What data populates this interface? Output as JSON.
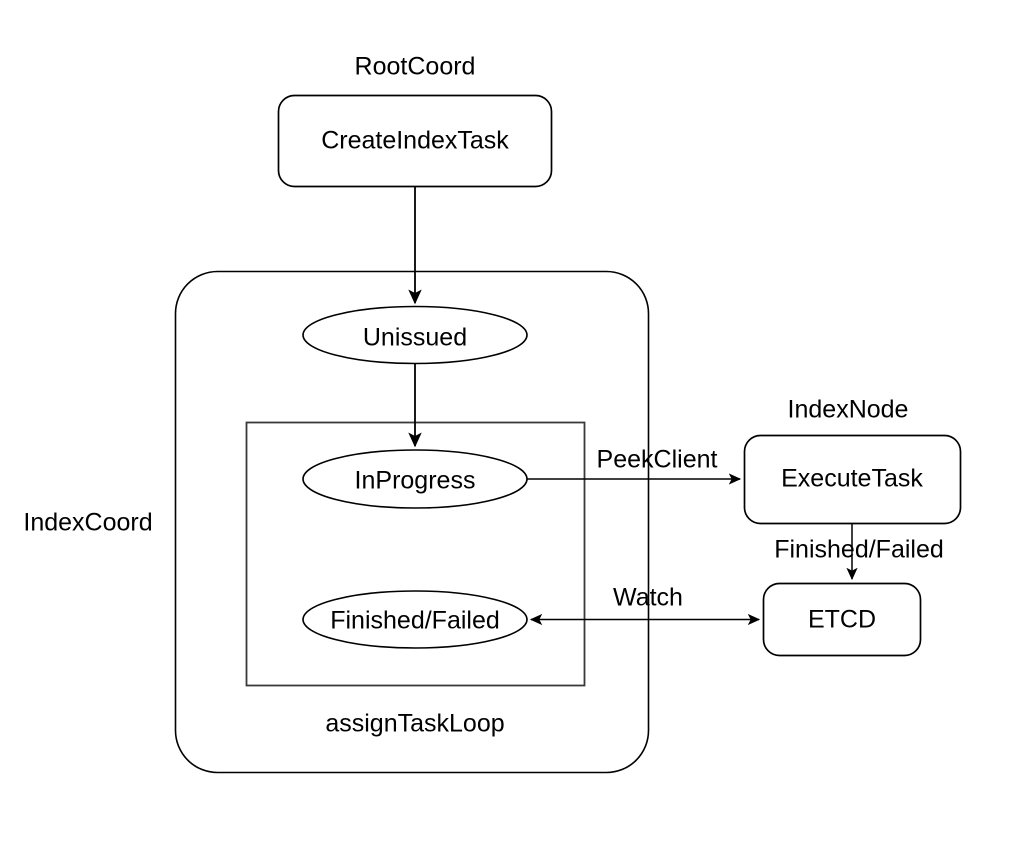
{
  "diagram": {
    "title_visible": false,
    "background_color": "#ffffff",
    "stroke_color": "#000000",
    "text_color": "#000000",
    "containers": [
      {
        "id": "rootcoord",
        "label": "RootCoord",
        "label_position": "above",
        "shape": "implicit-group"
      },
      {
        "id": "indexcoord",
        "label": "IndexCoord",
        "label_position": "left",
        "shape": "rounded-rect"
      },
      {
        "id": "assigntaskloop",
        "label": "assignTaskLoop",
        "label_position": "below",
        "shape": "rect"
      },
      {
        "id": "indexnode",
        "label": "IndexNode",
        "label_position": "above",
        "shape": "implicit-group"
      }
    ],
    "nodes": [
      {
        "id": "createindextask",
        "label": "CreateIndexTask",
        "shape": "rounded-rect"
      },
      {
        "id": "unissued",
        "label": "Unissued",
        "shape": "ellipse"
      },
      {
        "id": "inprogress",
        "label": "InProgress",
        "shape": "ellipse"
      },
      {
        "id": "finishedfailed",
        "label": "Finished/Failed",
        "shape": "ellipse"
      },
      {
        "id": "executetask",
        "label": "ExecuteTask",
        "shape": "rounded-rect"
      },
      {
        "id": "etcd",
        "label": "ETCD",
        "shape": "rounded-rect"
      }
    ],
    "edges": [
      {
        "id": "e1",
        "from": "createindextask",
        "to": "unissued",
        "label": "",
        "arrow": "end"
      },
      {
        "id": "e2",
        "from": "unissued",
        "to": "inprogress",
        "label": "",
        "arrow": "end"
      },
      {
        "id": "e3",
        "from": "inprogress",
        "to": "executetask",
        "label": "PeekClient",
        "arrow": "end"
      },
      {
        "id": "e4",
        "from": "executetask",
        "to": "etcd",
        "label": "Finished/Failed",
        "arrow": "end"
      },
      {
        "id": "e5",
        "from": "etcd",
        "to": "finishedfailed",
        "label": "Watch",
        "arrow": "both"
      }
    ]
  }
}
